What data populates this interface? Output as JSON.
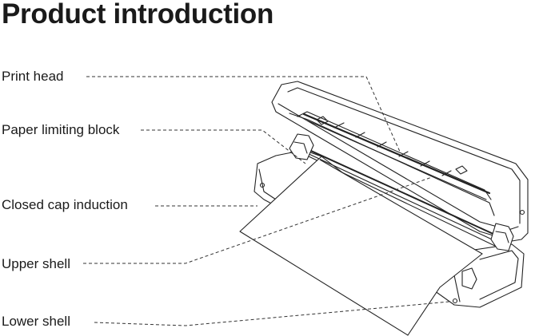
{
  "title": "Product introduction",
  "labels": {
    "print_head": "Print head",
    "paper_limiting_block": "Paper limiting block",
    "closed_cap_induction": "Closed cap induction",
    "upper_shell": "Upper shell",
    "lower_shell": "Lower shell"
  }
}
